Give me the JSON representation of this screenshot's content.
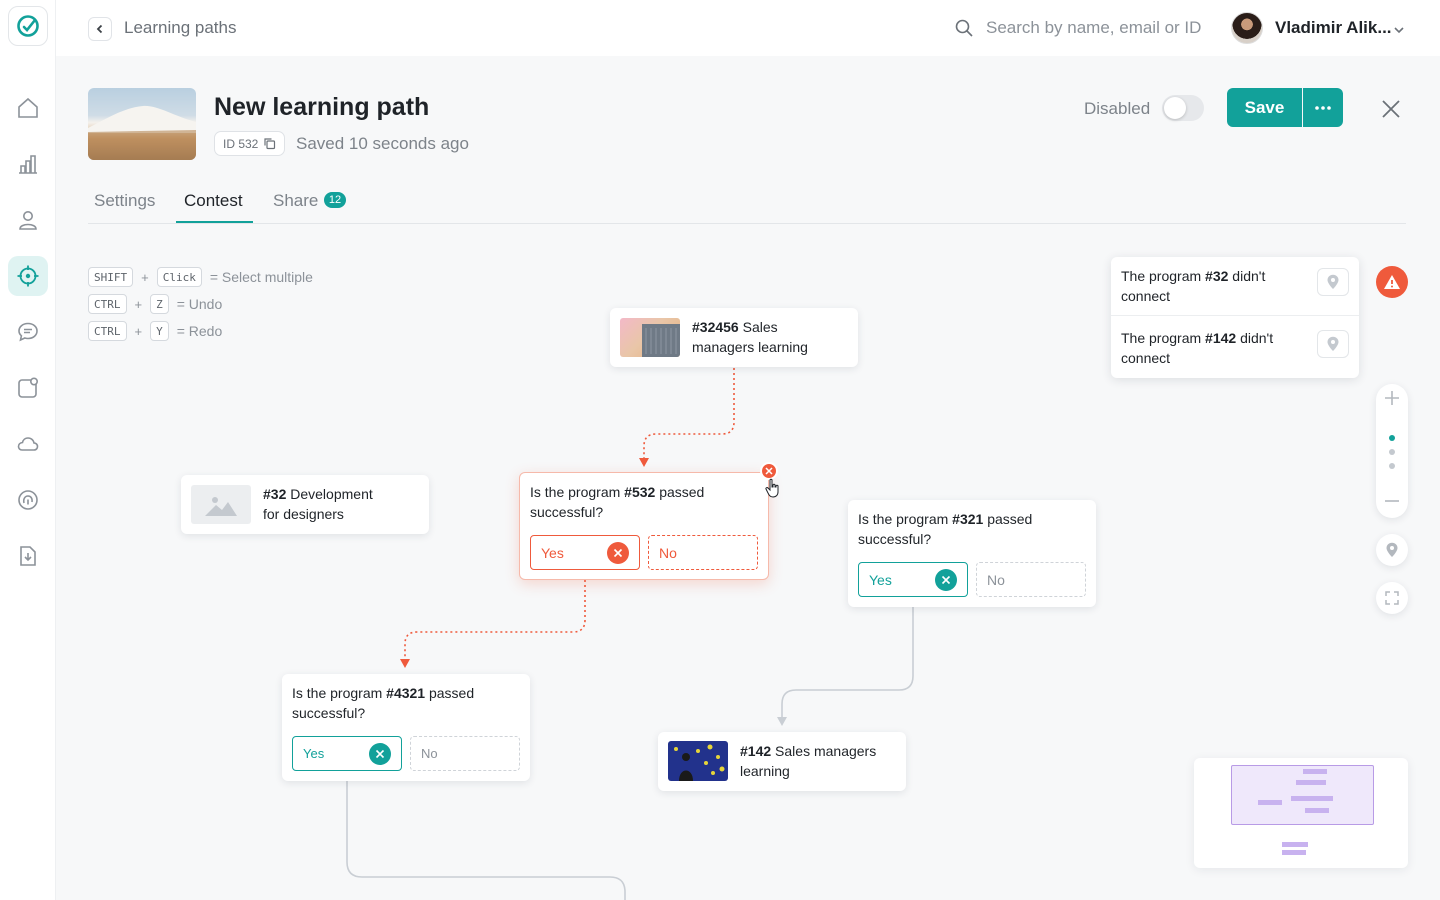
{
  "nav": {
    "breadcrumb": "Learning paths",
    "search_placeholder": "Search by name, email or ID",
    "user_name": "Vladimir Alik..."
  },
  "sidebar": {
    "items": [
      "home-icon",
      "chart-icon",
      "user-icon",
      "target-icon",
      "chat-icon",
      "notification-icon",
      "cloud-icon",
      "fingerprint-icon",
      "download-icon"
    ],
    "active_index": 3
  },
  "header": {
    "title": "New learning path",
    "id_label": "ID 532",
    "saved_status": "Saved 10 seconds ago",
    "status_label": "Disabled",
    "save_label": "Save"
  },
  "tabs": [
    {
      "label": "Settings"
    },
    {
      "label": "Contest"
    },
    {
      "label": "Share",
      "badge": "12"
    }
  ],
  "active_tab": "Contest",
  "shortcuts": [
    {
      "keys": [
        "SHIFT",
        "Click"
      ],
      "desc": "= Select multiple"
    },
    {
      "keys": [
        "CTRL",
        "Z"
      ],
      "desc": "= Undo"
    },
    {
      "keys": [
        "CTRL",
        "Y"
      ],
      "desc": "= Redo"
    }
  ],
  "nodes": {
    "sales32456": {
      "id": "#32456",
      "name": "Sales managers learning",
      "line1": " Sales",
      "line2": "managers learning"
    },
    "dev32": {
      "id": "#32",
      "line1": " Development",
      "line2": "for designers"
    },
    "q532": {
      "prefix": "Is the program ",
      "id": "#532",
      "suffix": " passed",
      "line2": "successful?",
      "yes": "Yes",
      "no": "No"
    },
    "q321": {
      "prefix": "Is the program ",
      "id": "#321",
      "suffix": " passed",
      "line2": "successful?",
      "yes": "Yes",
      "no": "No"
    },
    "q4321": {
      "prefix": "Is the program ",
      "id": "#4321",
      "suffix": " passed",
      "line2": "successful?",
      "yes": "Yes",
      "no": "No"
    },
    "sales142": {
      "id": "#142",
      "line1": " Sales managers",
      "line2": "learning"
    }
  },
  "warnings": [
    {
      "prefix": "The program ",
      "id": "#32",
      "suffix": " didn't",
      "line2": "connect"
    },
    {
      "prefix": "The program ",
      "id": "#142",
      "suffix": " didn't",
      "line2": "connect"
    }
  ],
  "colors": {
    "accent": "#12a19a",
    "error": "#ef5a3c",
    "connector": "#c9ced4"
  }
}
